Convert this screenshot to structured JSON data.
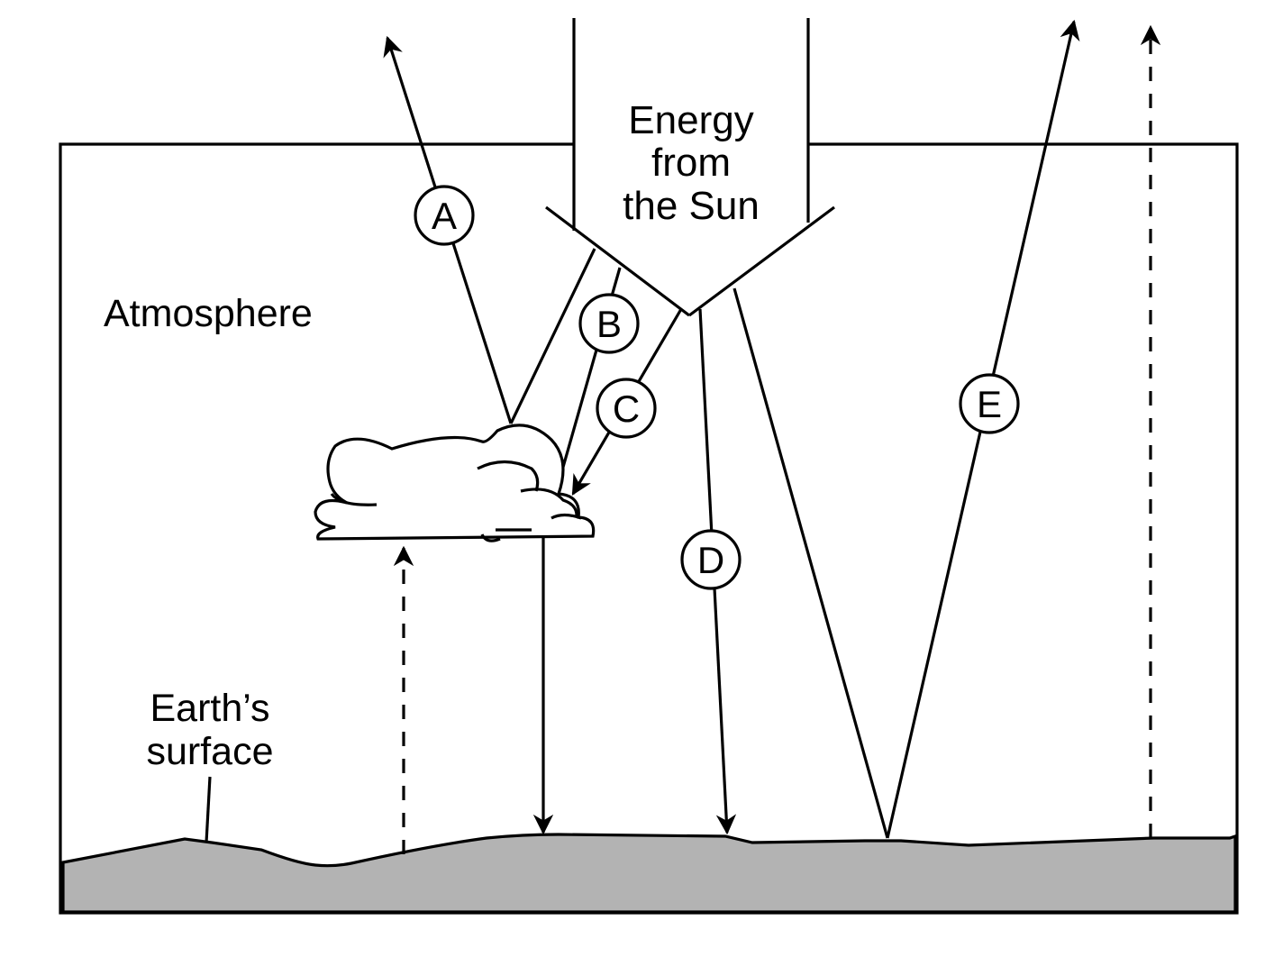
{
  "labels": {
    "energy_line1": "Energy",
    "energy_line2": "from",
    "energy_line3": "the Sun",
    "atmosphere": "Atmosphere",
    "earth_line1": "Earth’s",
    "earth_line2": "surface"
  },
  "markers": {
    "a": "A",
    "b": "B",
    "c": "C",
    "d": "D",
    "e": "E"
  },
  "colors": {
    "ground": "#b3b3b3",
    "stroke": "#000000",
    "background": "#ffffff"
  }
}
